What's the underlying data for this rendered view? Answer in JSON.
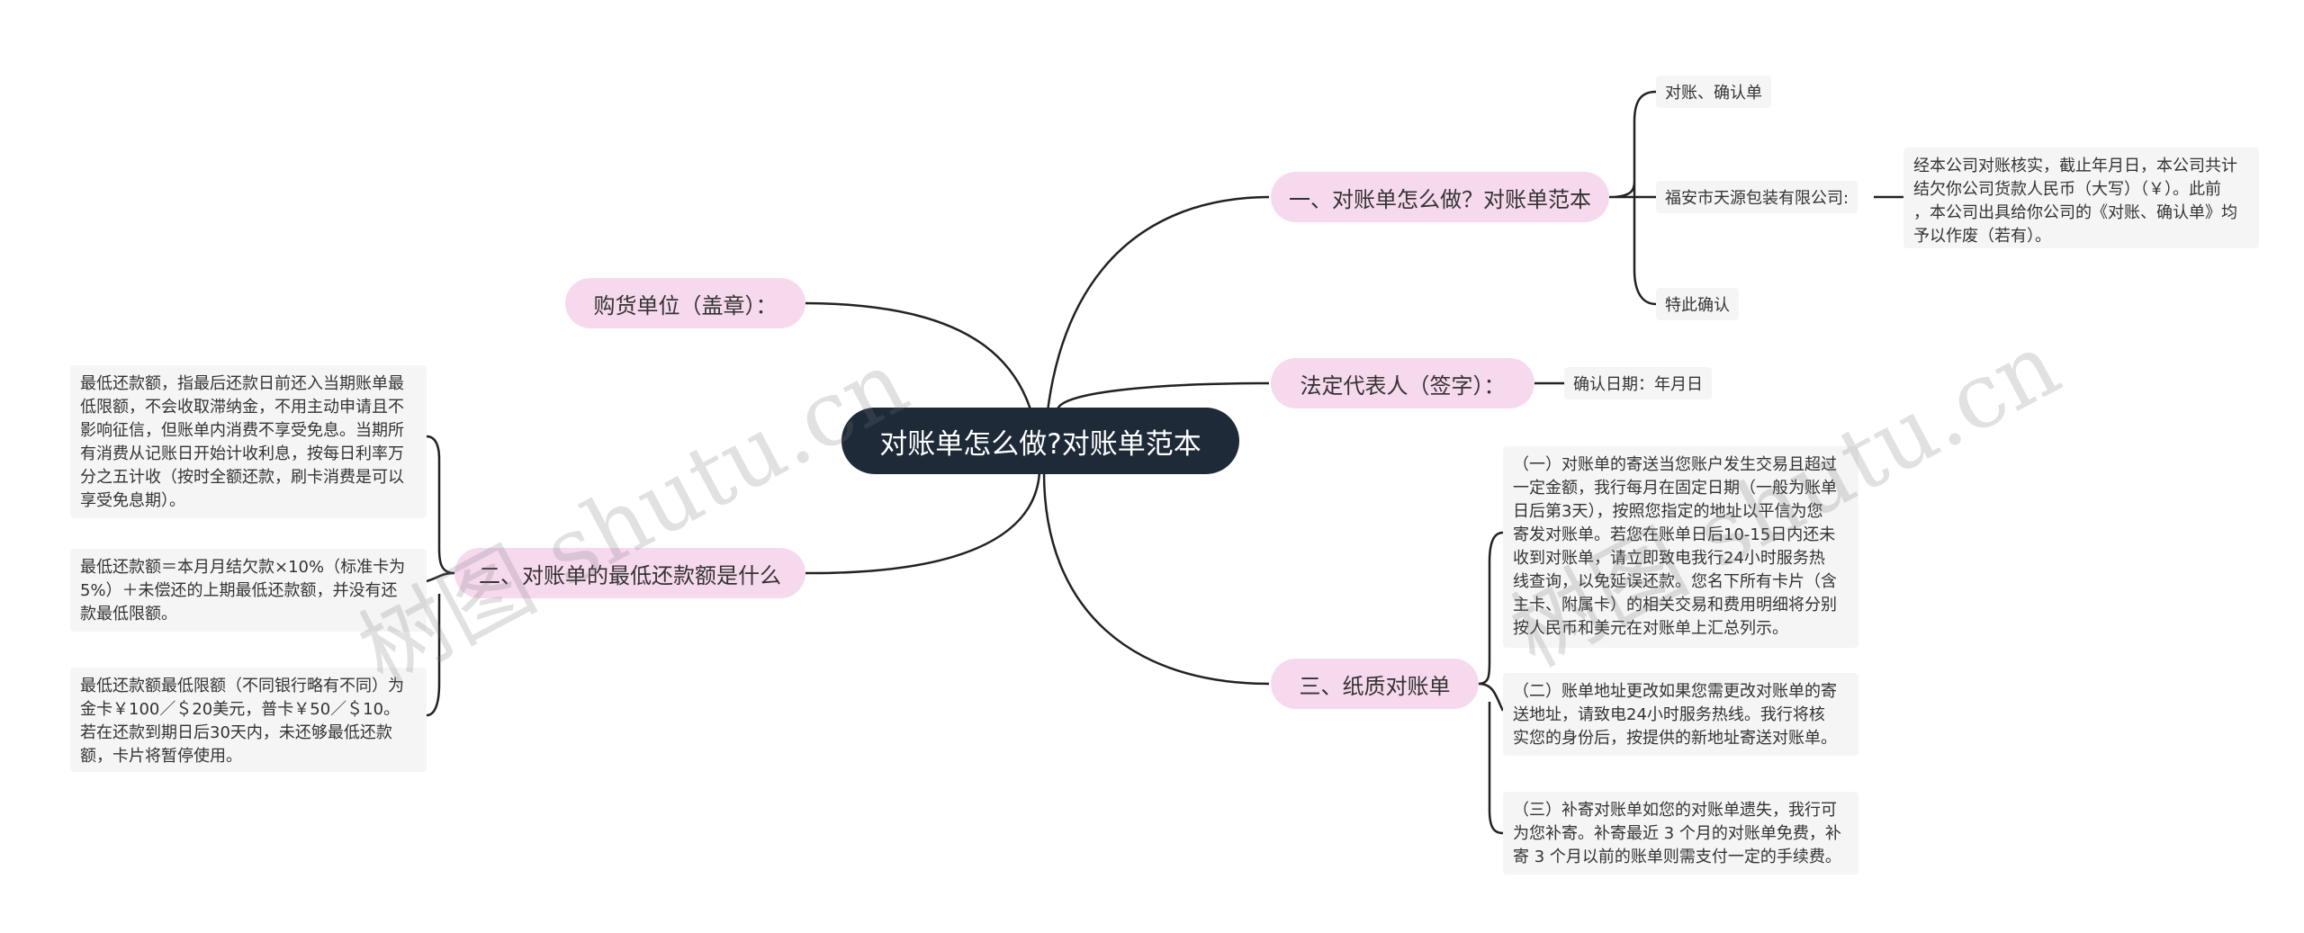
{
  "root": {
    "label": "对账单怎么做?对账单范本"
  },
  "branches": {
    "b1": {
      "label": "一、对账单怎么做？对账单范本"
    },
    "b2": {
      "label": "法定代表人（签字）："
    },
    "b3": {
      "label": "三、纸质对账单"
    },
    "b4": {
      "label": "购货单位（盖章）："
    },
    "b5": {
      "label": "二、对账单的最低还款额是什么"
    }
  },
  "leaves": {
    "l1": "对账、确认单",
    "l2": "福安市天源包装有限公司:",
    "l3": "特此确认",
    "l4": "确认日期：年月日"
  },
  "notes": {
    "statement": {
      "lines": [
        "经本公司对账核实，截止年月日，本公司共计",
        "结欠你公司货款人民币（大写）（￥）。此前",
        "，本公司出具给你公司的《对账、确认单》均",
        "予以作废（若有）。"
      ]
    },
    "paper1": {
      "lines": [
        "（一）对账单的寄送当您账户发生交易且超过",
        "一定金额，我行每月在固定日期（一般为账单",
        "日后第3天），按照您指定的地址以平信为您",
        "寄发对账单。若您在账单日后10-15日内还未",
        "收到对账单，请立即致电我行24小时服务热",
        "线查询，以免延误还款。您名下所有卡片（含",
        "主卡、附属卡）的相关交易和费用明细将分别",
        "按人民币和美元在对账单上汇总列示。"
      ]
    },
    "paper2": {
      "lines": [
        "（二）账单地址更改如果您需更改对账单的寄",
        "送地址，请致电24小时服务热线。我行将核",
        "实您的身份后，按提供的新地址寄送对账单。"
      ]
    },
    "paper3": {
      "lines": [
        "（三）补寄对账单如您的对账单遗失，我行可",
        "为您补寄。补寄最近 3 个月的对账单免费，补",
        "寄 3 个月以前的账单则需支付一定的手续费。"
      ]
    },
    "min1": {
      "lines": [
        "最低还款额，指最后还款日前还入当期账单最",
        "低限额，不会收取滞纳金，不用主动申请且不",
        "影响征信，但账单内消费不享受免息。当期所",
        "有消费从记账日开始计收利息，按每日利率万",
        "分之五计收（按时全额还款，刷卡消费是可以",
        "享受免息期）。"
      ]
    },
    "min2": {
      "lines": [
        "最低还款额＝本月月结欠款×10%（标准卡为",
        "5%）＋未偿还的上期最低还款额，并没有还",
        "款最低限额。"
      ]
    },
    "min3": {
      "lines": [
        "最低还款额最低限额（不同银行略有不同）为",
        "金卡￥100／＄20美元，普卡￥50／＄10。",
        "若在还款到期日后30天内，未还够最低还款",
        "额，卡片将暂停使用。"
      ]
    }
  },
  "watermarks": {
    "left": "树图 shutu.cn",
    "right": "树图 shutu.cn"
  },
  "colors": {
    "root_bg": "#1e2a38",
    "branch_bg": "#f7d9ee",
    "leaf_bg": "#f5f5f5",
    "line": "#222222"
  }
}
